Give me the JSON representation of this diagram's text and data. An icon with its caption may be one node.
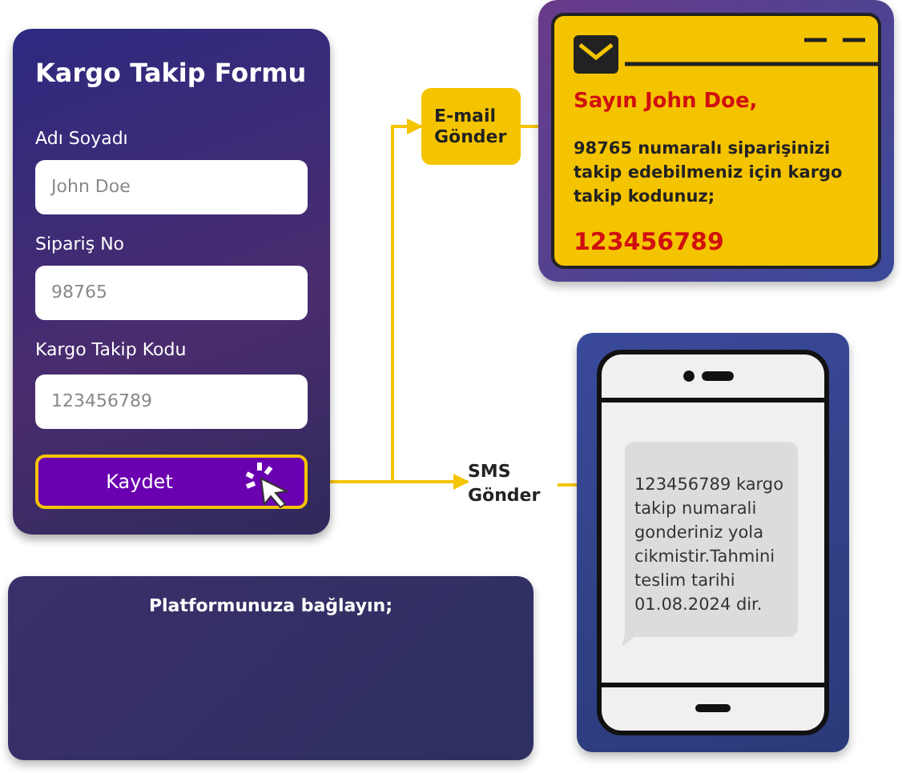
{
  "diagram": {
    "nodes": [
      {
        "text": [
          "Kargo Takip Formu",
          "Adı Soyadı",
          "John Doe",
          "Sipariş No",
          "98765",
          "Kargo Takip Kodu",
          "123456789"
        ]
      },
      {
        "text": [
          "Kaydet"
        ],
        "in": 0
      },
      {
        "text": [
          "E-mail Gönder"
        ]
      },
      {
        "text": [
          "Sayın John Doe,",
          "98765 numaralı siparişinizi takip edebilmeniz için kargo takip kodunuz;",
          "123456789"
        ]
      },
      {
        "text": [
          "SMS Gönder"
        ]
      },
      {
        "text": [
          "123456789 kargo takip numarali gonderiniz yola cikmistir.Tahmini teslim tarihi 01.08.2024 dir."
        ]
      },
      {
        "text": [
          "Platformunuza bağlayın;"
        ]
      }
    ],
    "edges": [
      {
        "from": 1,
        "to": 2,
        "arrow": "to"
      },
      {
        "from": 1,
        "to": 4,
        "arrow": "to"
      },
      {
        "from": 2,
        "to": 3,
        "arrow": "none"
      },
      {
        "from": 4,
        "to": 5,
        "arrow": "none"
      }
    ]
  }
}
